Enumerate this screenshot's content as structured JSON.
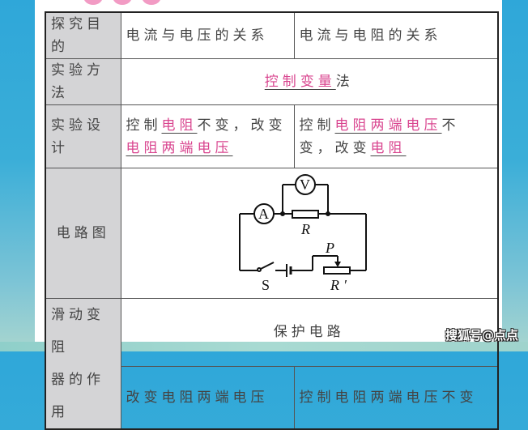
{
  "table": {
    "rows": [
      {
        "label": "探究目的",
        "col1": "电流与电压的关系",
        "col2": "电流与电阻的关系"
      },
      {
        "label": "实验方法",
        "merged_highlight": "控制变量",
        "merged_suffix": "法"
      },
      {
        "label": "实验设计",
        "col1": {
          "p1": "控制",
          "h1": "电阻",
          "p2": "不变，改变",
          "h2": "电阻两端电压"
        },
        "col2": {
          "p1": "控制",
          "h1": "电阻两端电压",
          "p2": "不变，改变",
          "h2": "电阻"
        }
      },
      {
        "label": "电路图",
        "circuit": {
          "voltmeter": "V",
          "ammeter": "A",
          "resistor": "R",
          "rheostat": "R′",
          "slider": "P",
          "switch": "S"
        }
      },
      {
        "label_line1": "滑动变阻",
        "label_line2": "器的作用",
        "merged": "保护电路",
        "col1": "改变电阻两端电压",
        "col2": "控制电阻两端电压不变"
      }
    ]
  },
  "colors": {
    "highlight": "#d9458f",
    "label_bg": "#d4d4d6",
    "background_blue": "#2fa7d9"
  },
  "watermark": "搜狐号@点点"
}
